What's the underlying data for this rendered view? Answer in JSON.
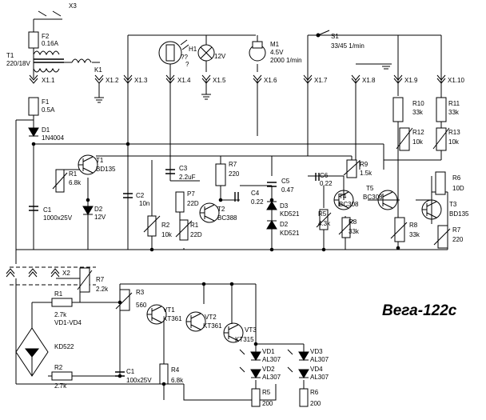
{
  "title": "Вега-122с",
  "connectors": {
    "x3": "X3",
    "x11": "X1.1",
    "x12": "X1.2",
    "x13": "X1.3",
    "x14": "X1.4",
    "x15": "X1.5",
    "x16": "X1.6",
    "x17": "X1.7",
    "x18": "X1.8",
    "x19": "X1.9",
    "x110": "X1.10",
    "x2": "X2",
    "k1": "K1"
  },
  "components": {
    "f2": [
      "F2",
      "0.16A"
    ],
    "t1": [
      "T1",
      "220/18V"
    ],
    "f1": [
      "F1",
      "0.5A"
    ],
    "d1": [
      "D1",
      "1N4004"
    ],
    "h1": [
      "H1",
      "12V"
    ],
    "photo": [
      "??",
      "?"
    ],
    "m1": [
      "M1",
      "4.5V",
      "2000 1/min"
    ],
    "s1": [
      "S1",
      "33/45 1/min"
    ],
    "t1tr": [
      "T1",
      "BD135"
    ],
    "r1": [
      "R1",
      "6.8k"
    ],
    "c1": [
      "C1",
      "1000x25V"
    ],
    "d2a": [
      "D2",
      "12V"
    ],
    "c2": [
      "C2",
      "10n"
    ],
    "c3": [
      "C3",
      "2.2uF"
    ],
    "r7a": [
      "R7",
      "220"
    ],
    "p7": [
      "P7",
      "22D"
    ],
    "r2": [
      "R2",
      "10k"
    ],
    "r1b": [
      "R1",
      "22D"
    ],
    "t2": [
      "T2",
      "BC388"
    ],
    "c4": [
      "C4",
      "0.22"
    ],
    "c5": [
      "C5",
      "0.47"
    ],
    "d3": [
      "D3",
      "KD521"
    ],
    "d2b": [
      "D2",
      "KD521"
    ],
    "c6": [
      "C6",
      "0.22"
    ],
    "r9": [
      "R9",
      "1.5k"
    ],
    "r5": [
      "R5",
      "4.3k"
    ],
    "t4": [
      "T4",
      "BC308"
    ],
    "r8a": [
      "R8",
      "33k"
    ],
    "t5": [
      "T5",
      "BC308"
    ],
    "r10": [
      "R10",
      "33k"
    ],
    "r11": [
      "R11",
      "33k"
    ],
    "r12": [
      "R12",
      "10k"
    ],
    "r13": [
      "R13",
      "10k"
    ],
    "r6a": [
      "R6",
      "10D"
    ],
    "t3a": [
      "T3",
      "BD135"
    ],
    "r8b": [
      "R8",
      "33k"
    ],
    "r7b": [
      "R7",
      "220"
    ],
    "r7c": [
      "R7",
      "2.2k"
    ],
    "r3": [
      "R3",
      "560"
    ],
    "vt1": [
      "VT1",
      "KT361"
    ],
    "vt2": [
      "VT2",
      "KT361"
    ],
    "vt3": [
      "VT3",
      "KT315"
    ],
    "r1c": [
      "R1",
      "2.7k"
    ],
    "vd14": [
      "VD1-VD4",
      "KD522"
    ],
    "r2c": [
      "R2",
      "2.7k"
    ],
    "c1b": [
      "C1",
      "100x25V"
    ],
    "r4": [
      "R4",
      "6.8k"
    ],
    "vd1": [
      "VD1",
      "AL307"
    ],
    "vd2": [
      "VD2",
      "AL307"
    ],
    "vd3": [
      "VD3",
      "AL307"
    ],
    "vd4": [
      "VD4",
      "AL307"
    ],
    "r5b": [
      "R5",
      "200"
    ],
    "r6b": [
      "R6",
      "200"
    ]
  }
}
